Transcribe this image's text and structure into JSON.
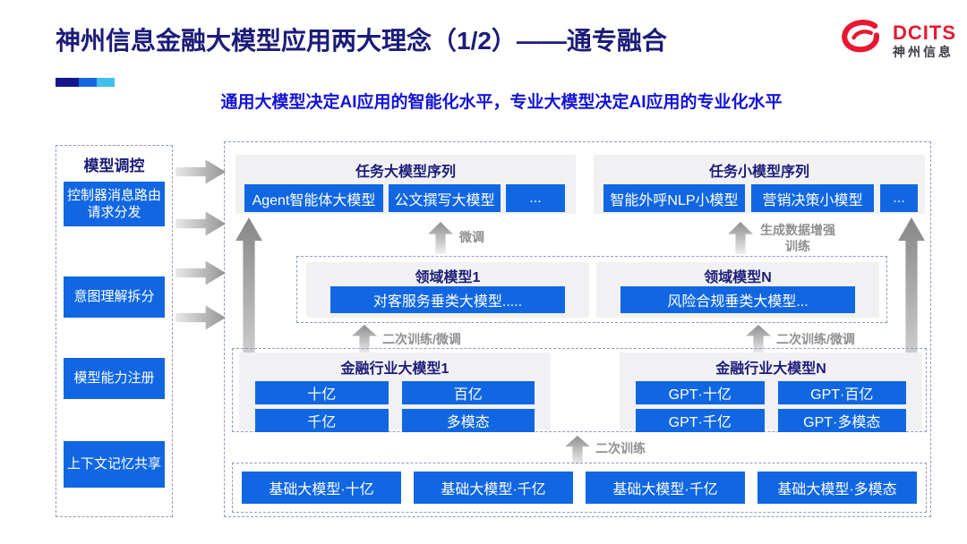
{
  "header": {
    "title": "神州信息金融大模型应用两大理念（1/2）——通专融合",
    "subtitle": "通用大模型决定AI应用的智能化水平，专业大模型决定AI应用的专业化水平",
    "logo": {
      "brand": "DCITS",
      "brand_cn": "神州信息",
      "icon": "red-swirl-logo"
    },
    "accent_colors": [
      "#15158c",
      "#1568e0",
      "#3fc0ea"
    ]
  },
  "sidebar": {
    "title": "模型调控",
    "items": [
      {
        "label": "控制器消息路由请求分发"
      },
      {
        "label": "意图理解拆分"
      },
      {
        "label": "模型能力注册"
      },
      {
        "label": "上下文记忆共享"
      }
    ]
  },
  "diagram": {
    "task_large_group": {
      "title": "任务大模型序列",
      "items": [
        "Agent智能体大模型",
        "公文撰写大模型",
        "..."
      ]
    },
    "task_small_group": {
      "title": "任务小模型序列",
      "items": [
        "智能外呼NLP小模型",
        "营销决策小模型",
        "..."
      ]
    },
    "labels": {
      "fine_tune": "微调",
      "gen_data": "生成数据增强训练",
      "secondary": "二次训练/微调",
      "retrain": "二次训练"
    },
    "domain_groups": [
      {
        "title": "领域模型1",
        "item": "对客服务垂类大模型....."
      },
      {
        "title": "领域模型N",
        "item": "风险合规垂类大模型..."
      }
    ],
    "industry_groups": [
      {
        "title": "金融行业大模型1",
        "items": [
          "十亿",
          "百亿",
          "千亿",
          "多模态"
        ]
      },
      {
        "title": "金融行业大模型N",
        "items": [
          "GPT·十亿",
          "GPT·百亿",
          "GPT·千亿",
          "GPT·多模态"
        ]
      }
    ],
    "base_models": [
      "基础大模型·十亿",
      "基础大模型·千亿",
      "基础大模型·千亿",
      "基础大模型·多模态"
    ]
  },
  "colors": {
    "button_blue": "#1167e2",
    "navy_text": "#1c1c78",
    "subtitle_blue": "#1414d6",
    "logo_red": "#e8172f"
  }
}
